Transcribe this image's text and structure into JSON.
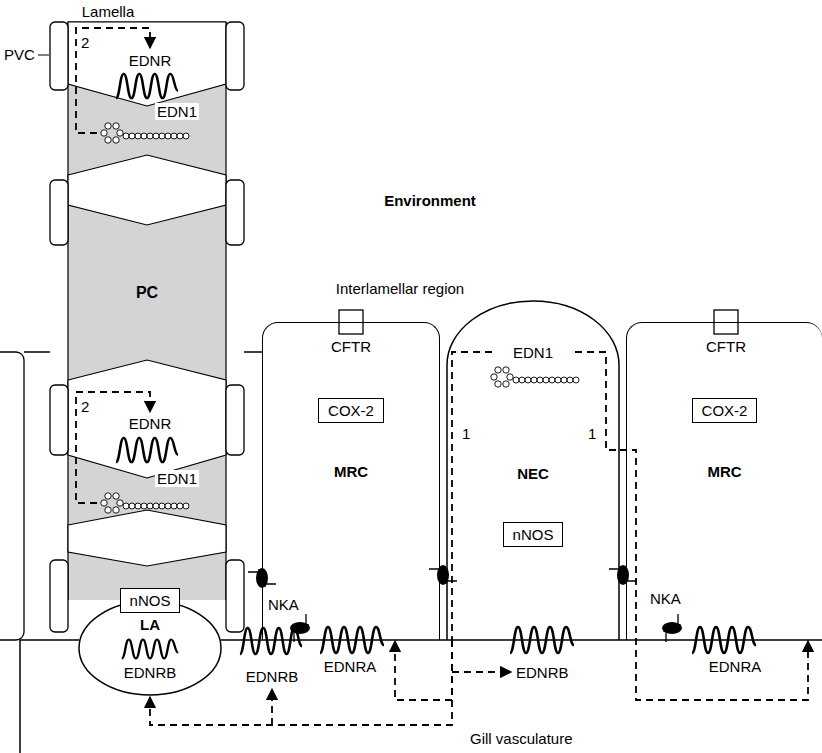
{
  "diagram": {
    "nodes": [
      {
        "text": [
          "PC"
        ]
      },
      {
        "text": [
          "LA"
        ]
      },
      {
        "text": [
          "nNOS"
        ],
        "in": 1
      },
      {
        "text": [
          "MRC"
        ]
      },
      {
        "text": [
          "COX-2"
        ],
        "in": 3
      },
      {
        "text": [
          "NEC"
        ]
      },
      {
        "text": [
          "nNOS"
        ],
        "in": 5
      },
      {
        "text": [
          "MRC"
        ]
      },
      {
        "text": [
          "COX-2"
        ],
        "in": 7
      }
    ],
    "edges": [
      {
        "from": 5,
        "to": 1,
        "arrow": "to"
      },
      {
        "from": 5,
        "to": 3,
        "arrow": "to"
      },
      {
        "from": 5,
        "to": 7,
        "arrow": "to"
      }
    ],
    "labels": [
      "Lamella",
      "PVC",
      "2",
      "EDNR",
      "EDN1",
      "2",
      "EDNR",
      "EDN1",
      "Environment",
      "Interlamellar region",
      "CFTR",
      "NKA",
      "EDNRA",
      "EDN1",
      "1",
      "1",
      "CFTR",
      "NKA",
      "EDNRA",
      "EDNRB",
      "EDNRB",
      "EDNRB",
      "Gill vasculature"
    ]
  }
}
